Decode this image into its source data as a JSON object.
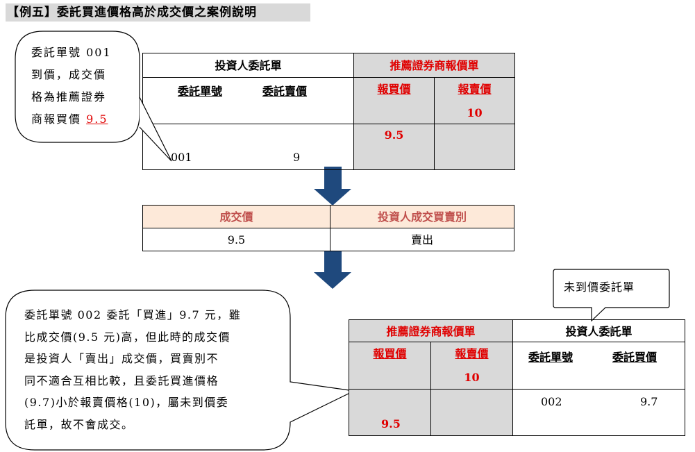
{
  "title": "【例五】委託買進價格高於成交價之案例說明",
  "callout1": {
    "lines": [
      "委託單號 001",
      "到價，成交價",
      "格為推薦證券"
    ],
    "last_prefix": "商報買價 ",
    "last_value": "9.5"
  },
  "table1": {
    "investor_header": "投資人委託單",
    "broker_header": "推薦證券商報價單",
    "order_no_label": "委託單號",
    "sell_price_label": "委託賣價",
    "bid_label": "報買價",
    "ask_label": "報賣價",
    "ask_value": "10",
    "bid_value": "9.5",
    "order_no": "001",
    "sell_price": "9"
  },
  "table2": {
    "trade_price_label": "成交價",
    "side_label": "投資人成交買賣別",
    "trade_price": "9.5",
    "side": "賣出"
  },
  "callout_unfilled": "未到價委託單",
  "callout2": {
    "lines": [
      "委託單號 002 委託「買進」9.7 元，雖",
      "比成交價(9.5 元)高，但此時的成交價",
      "是投資人「賣出」成交價，買賣別不",
      "同不適合互相比較，且委託買進價格",
      "(9.7)小於報賣價格(10)，屬未到價委",
      "託單，故不會成交。"
    ]
  },
  "table3": {
    "broker_header": "推薦證券商報價單",
    "investor_header": "投資人委託單",
    "bid_label": "報買價",
    "ask_label": "報賣價",
    "order_no_label": "委託單號",
    "buy_price_label": "委託買價",
    "ask_value": "10",
    "bid_value": "9.5",
    "order_no": "002",
    "buy_price": "9.7"
  },
  "colors": {
    "red": "#e00000",
    "gray": "#d9d9d9",
    "peach": "#fde9d9",
    "arrow": "#1f497d"
  }
}
